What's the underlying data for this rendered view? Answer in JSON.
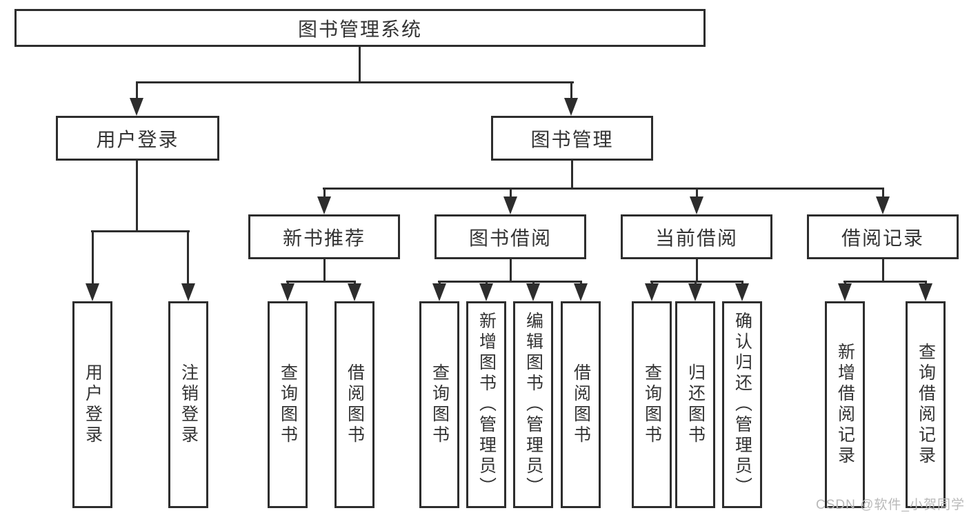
{
  "diagram": {
    "title": "图书管理系统",
    "type": "functional-decomposition-tree",
    "colors": {
      "line": "#2d2d2d",
      "text": "#333333",
      "background": "#ffffff",
      "watermark": "#b9b9b9"
    },
    "watermark": "CSDN @软件_小贺同学",
    "tree": {
      "label": "图书管理系统",
      "children": [
        {
          "label": "用户登录",
          "children": [
            {
              "label": "用户登录"
            },
            {
              "label": "注销登录"
            }
          ]
        },
        {
          "label": "图书管理",
          "children": [
            {
              "label": "新书推荐",
              "children": [
                {
                  "label": "查询图书"
                },
                {
                  "label": "借阅图书"
                }
              ]
            },
            {
              "label": "图书借阅",
              "children": [
                {
                  "label": "查询图书"
                },
                {
                  "label": "新增图书（管理员）"
                },
                {
                  "label": "编辑图书（管理员）"
                },
                {
                  "label": "借阅图书"
                }
              ]
            },
            {
              "label": "当前借阅",
              "children": [
                {
                  "label": "查询图书"
                },
                {
                  "label": "归还图书"
                },
                {
                  "label": "确认归还（管理员）"
                }
              ]
            },
            {
              "label": "借阅记录",
              "children": [
                {
                  "label": "新增借阅记录"
                },
                {
                  "label": "查询借阅记录"
                }
              ]
            }
          ]
        }
      ]
    }
  }
}
